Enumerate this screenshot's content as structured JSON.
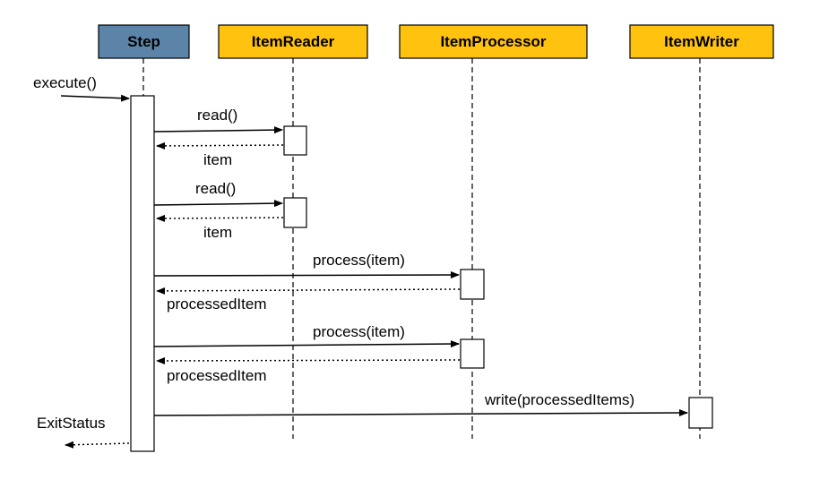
{
  "participants": [
    {
      "id": "step",
      "label": "Step",
      "color": "#5b84a8"
    },
    {
      "id": "reader",
      "label": "ItemReader",
      "color": "#ffc20e"
    },
    {
      "id": "processor",
      "label": "ItemProcessor",
      "color": "#ffc20e"
    },
    {
      "id": "writer",
      "label": "ItemWriter",
      "color": "#ffc20e"
    }
  ],
  "messages": {
    "execute": "execute()",
    "read_1": "read()",
    "item_1": "item",
    "read_2": "read()",
    "item_2": "item",
    "process_1": "process(item)",
    "processed_1": "processedItem",
    "process_2": "process(item)",
    "processed_2": "processedItem",
    "write": "write(processedItems)",
    "exit_status": "ExitStatus"
  }
}
